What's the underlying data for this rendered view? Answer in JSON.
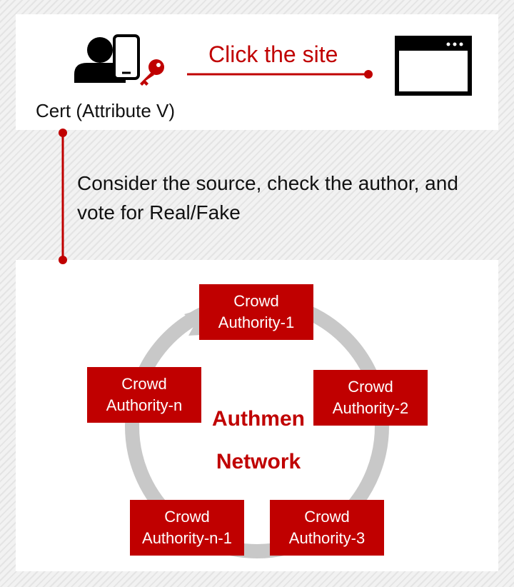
{
  "top": {
    "cert_label": "Cert (Attribute V)",
    "action_label": "Click the site"
  },
  "step": {
    "description": "Consider the source, check the author, and vote for Real/Fake"
  },
  "network": {
    "center_line1": "Authmen",
    "center_line2": "Network",
    "nodes": [
      {
        "line1": "Crowd",
        "line2": "Authority-1"
      },
      {
        "line1": "Crowd",
        "line2": "Authority-2"
      },
      {
        "line1": "Crowd",
        "line2": "Authority-3"
      },
      {
        "line1": "Crowd",
        "line2": "Authority-n-1"
      },
      {
        "line1": "Crowd",
        "line2": "Authority-n"
      }
    ]
  },
  "colors": {
    "accent": "#c00000",
    "cycle_arrow": "#c8c8c8",
    "text": "#111111"
  },
  "icons": [
    "user-icon",
    "phone-icon",
    "key-icon",
    "browser-window-icon"
  ]
}
